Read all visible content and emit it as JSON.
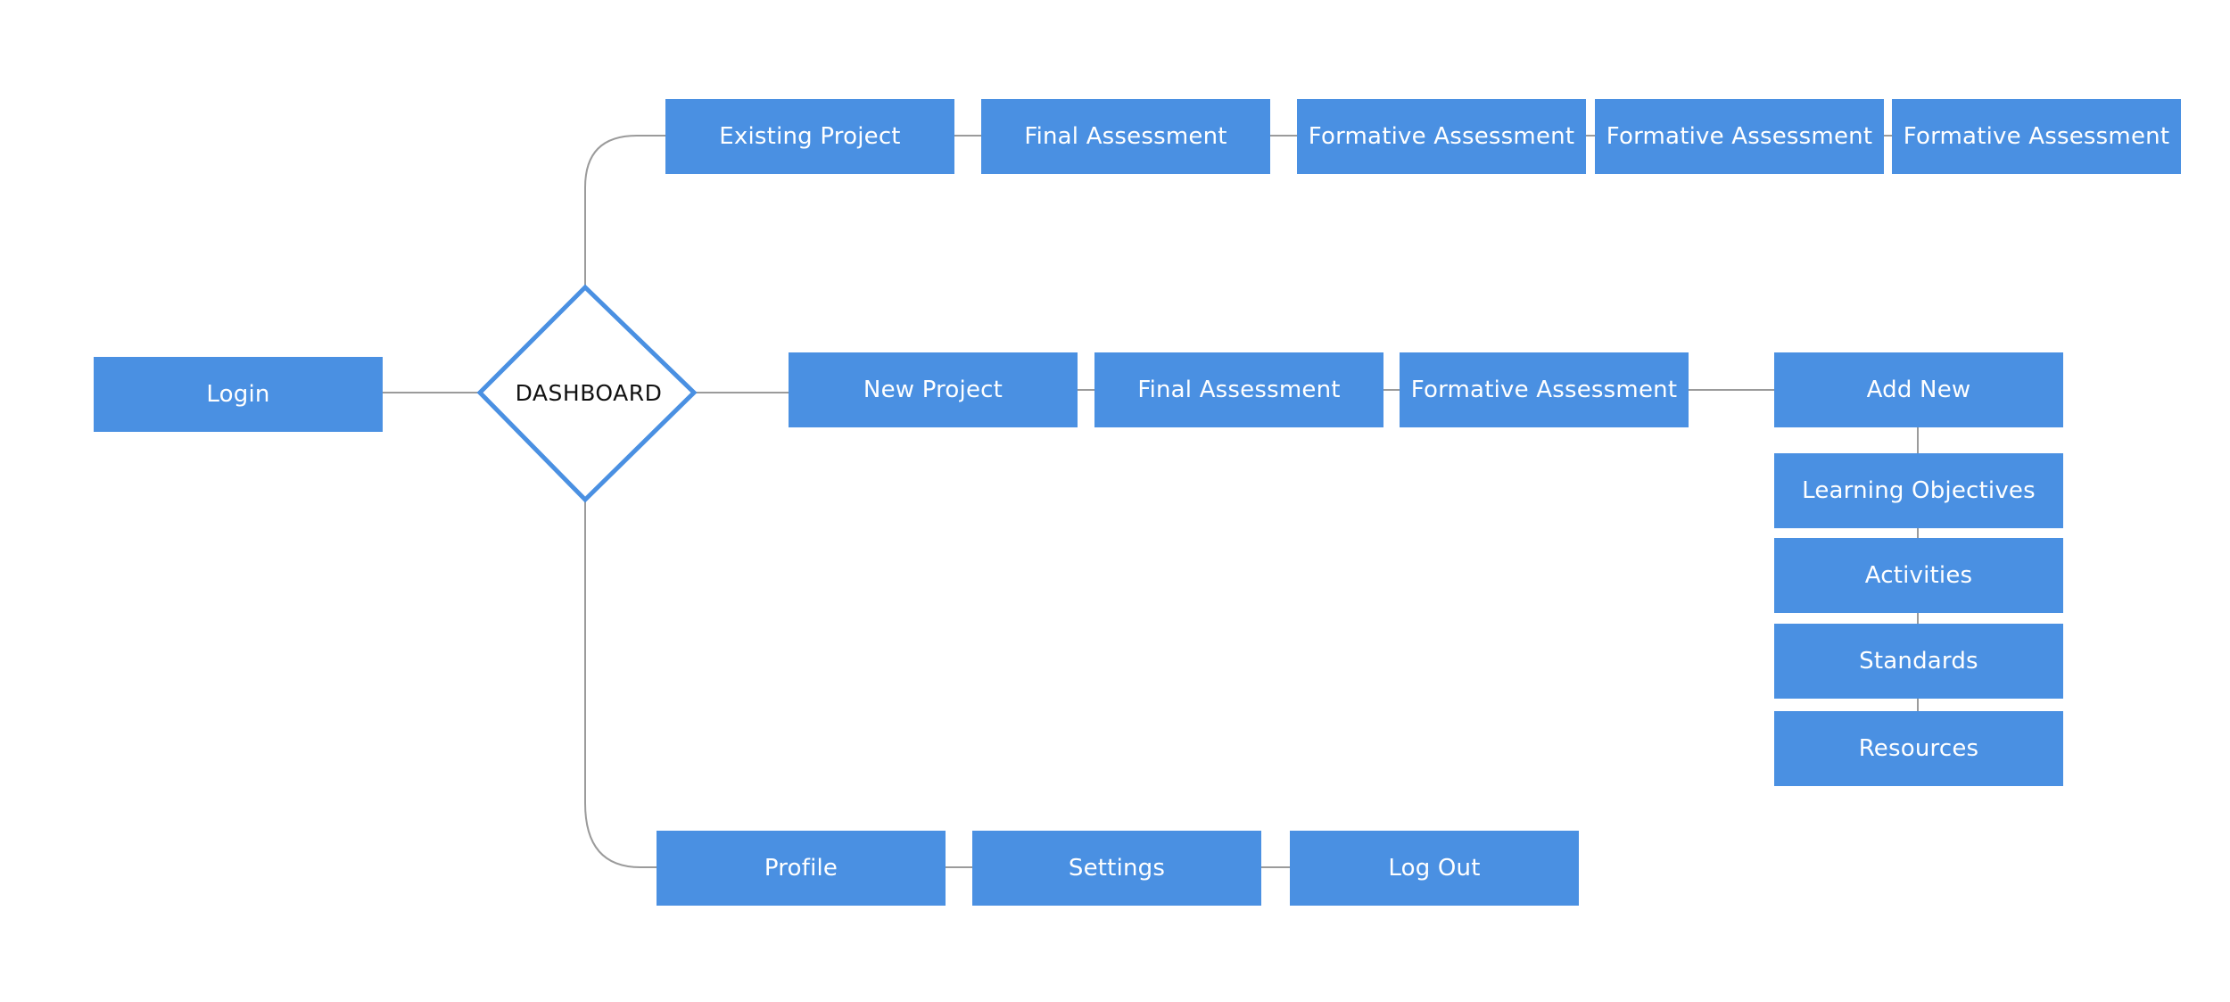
{
  "diagram": {
    "colors": {
      "node_fill": "#4A90E2",
      "node_text": "#ffffff",
      "connector": "#9b9b9b",
      "decision_stroke": "#4A90E2"
    },
    "decision": {
      "label": "DASHBOARD"
    },
    "nodes": {
      "login": "Login",
      "existing_project": "Existing Project",
      "existing_final": "Final Assessment",
      "existing_formative_1": "Formative Assessment",
      "existing_formative_2": "Formative Assessment",
      "existing_formative_3": "Formative Assessment",
      "new_project": "New Project",
      "new_final": "Final Assessment",
      "new_formative": "Formative Assessment",
      "add_new": "Add New",
      "learning_objectives": "Learning Objectives",
      "activities": "Activities",
      "standards": "Standards",
      "resources": "Resources",
      "profile": "Profile",
      "settings": "Settings",
      "log_out": "Log Out"
    }
  }
}
